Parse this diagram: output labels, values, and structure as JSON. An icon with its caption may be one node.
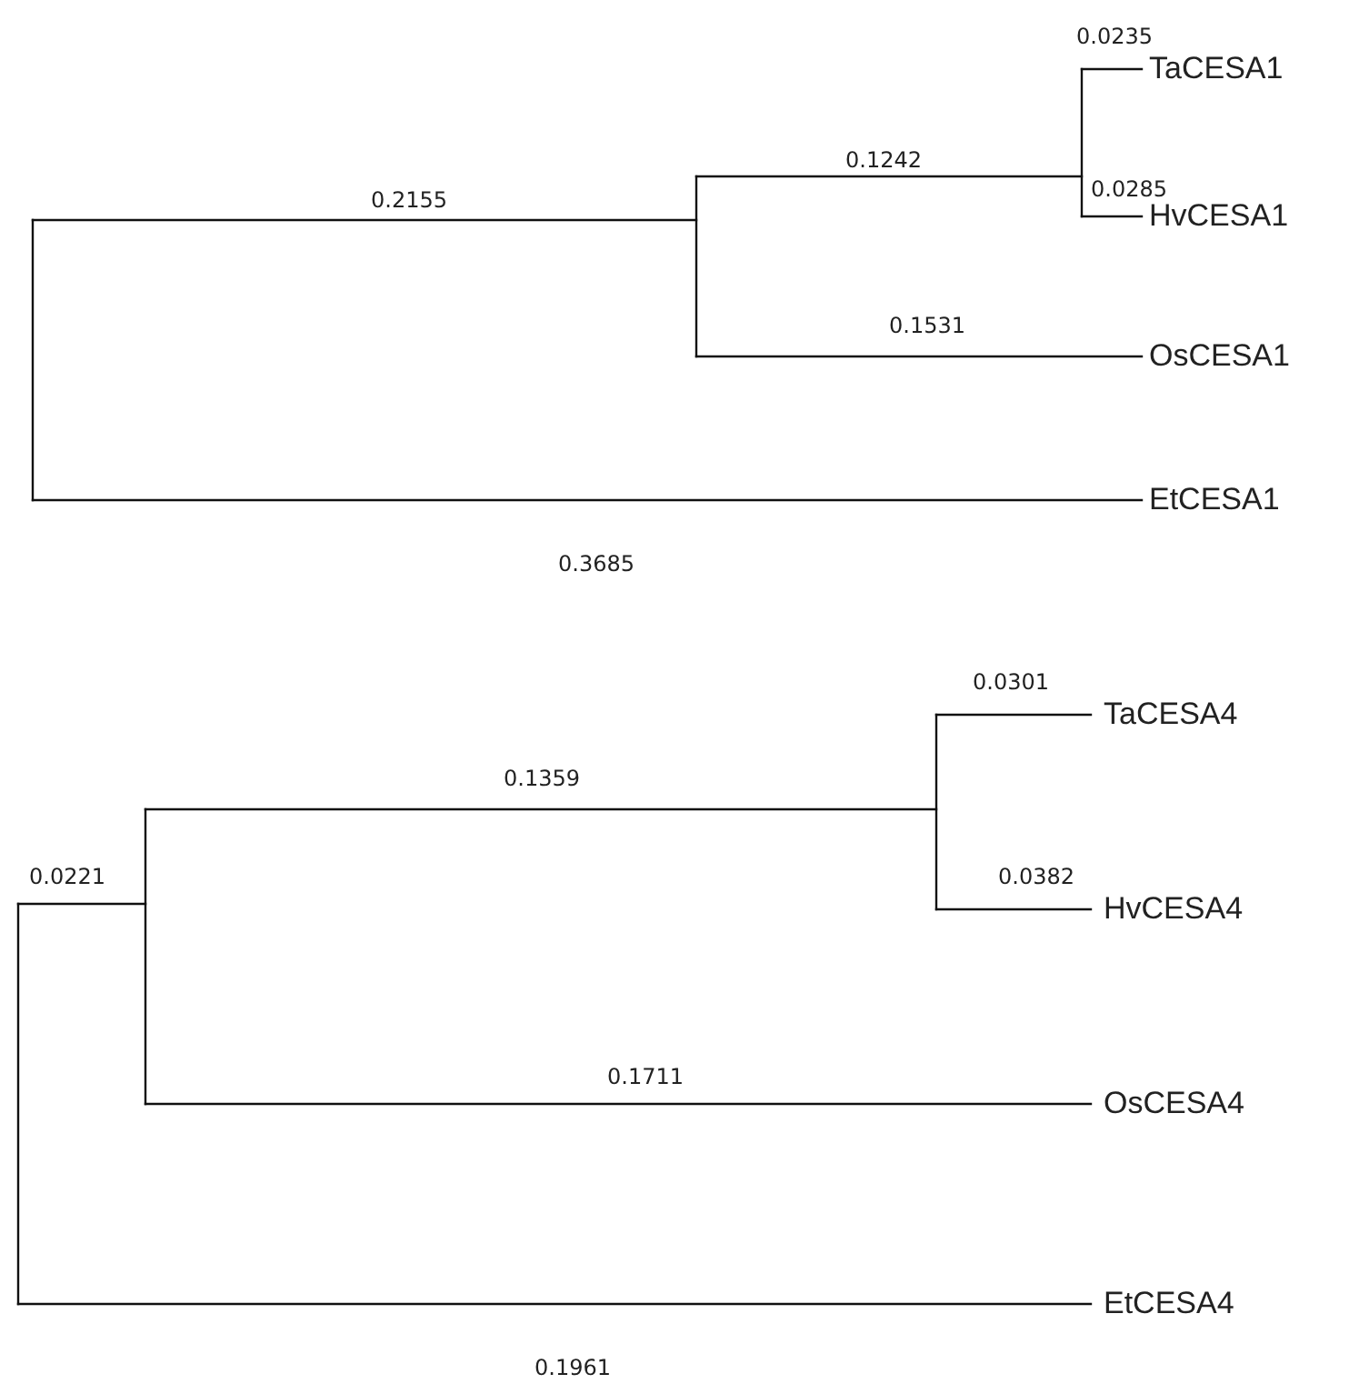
{
  "diagram": {
    "labels": [
      "0.0235",
      "TaCESA1",
      "0.1242",
      "0.2155",
      "0.0285",
      "HvCESA1",
      "0.1531",
      "OsCESA1",
      "EtCESA1",
      "0.3685",
      "0.0301",
      "TaCESA4",
      "0.1359",
      "0.0221",
      "0.0382",
      "HvCESA4",
      "0.1711",
      "OsCESA4",
      "EtCESA4",
      "0.1961"
    ]
  }
}
